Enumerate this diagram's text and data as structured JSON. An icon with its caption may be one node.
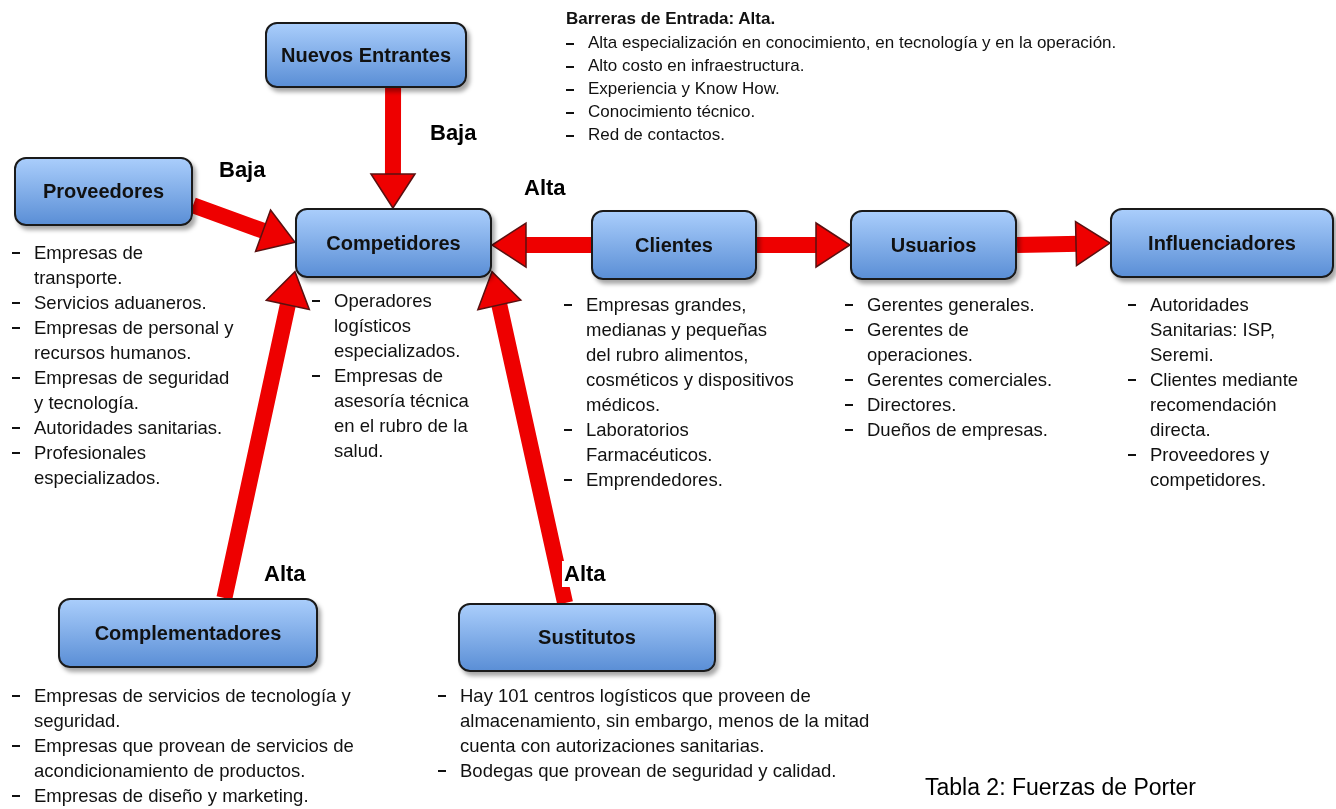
{
  "diagram": {
    "caption": "Tabla 2: Fuerzas de Porter",
    "nodes": [
      {
        "text": [
          "Nuevos Entrantes"
        ]
      },
      {
        "text": [
          "Proveedores"
        ],
        "beside": [
          "Empresas de transporte.",
          "Servicios aduaneros.",
          "Empresas de personal y recursos humanos.",
          "Empresas de seguridad y tecnología.",
          "Autoridades sanitarias.",
          "Profesionales especializados."
        ]
      },
      {
        "text": [
          "Competidores"
        ],
        "beside": [
          "Operadores logísticos especializados.",
          "Empresas de asesoría técnica en el rubro de la salud."
        ]
      },
      {
        "text": [
          "Clientes"
        ],
        "beside": [
          "Empresas grandes, medianas y pequeñas del rubro alimentos, cosméticos y dispositivos médicos.",
          "Laboratorios Farmacéuticos.",
          "Emprendedores."
        ]
      },
      {
        "text": [
          "Usuarios"
        ],
        "beside": [
          "Gerentes generales.",
          "Gerentes de operaciones.",
          "Gerentes comerciales.",
          "Directores.",
          "Dueños de empresas."
        ]
      },
      {
        "text": [
          "Influenciadores"
        ],
        "beside": [
          "Autoridades Sanitarias: ISP, Seremi.",
          "Clientes mediante recomendación directa.",
          "Proveedores y competidores."
        ]
      },
      {
        "text": [
          "Complementadores"
        ],
        "beside": [
          "Empresas de servicios de tecnología y seguridad.",
          "Empresas que provean de servicios de acondicionamiento de productos.",
          "Empresas de diseño y marketing."
        ]
      },
      {
        "text": [
          "Sustitutos"
        ],
        "beside": [
          "Hay 101 centros logísticos que proveen de almacenamiento, sin embargo, menos de la mitad cuenta con autorizaciones sanitarias.",
          "Bodegas que provean de seguridad y calidad."
        ]
      }
    ],
    "edges": [
      {
        "from": 0,
        "to": 2,
        "arrow": "to",
        "label": "Baja"
      },
      {
        "from": 1,
        "to": 2,
        "arrow": "to",
        "label": "Baja"
      },
      {
        "from": 3,
        "to": 2,
        "arrow": "to",
        "label": "Alta"
      },
      {
        "from": 3,
        "to": 4,
        "arrow": "to"
      },
      {
        "from": 4,
        "to": 5,
        "arrow": "to"
      },
      {
        "from": 6,
        "to": 2,
        "arrow": "to",
        "label": "Alta"
      },
      {
        "from": 7,
        "to": 2,
        "arrow": "to",
        "label": "Alta"
      }
    ],
    "labels": [
      "Barreras de Entrada: Alta.",
      "Alta especialización en conocimiento, en tecnología y en la operación.",
      "Alto costo en infraestructura.",
      "Experiencia y Know How.",
      "Conocimiento técnico.",
      "Red de contactos."
    ]
  }
}
